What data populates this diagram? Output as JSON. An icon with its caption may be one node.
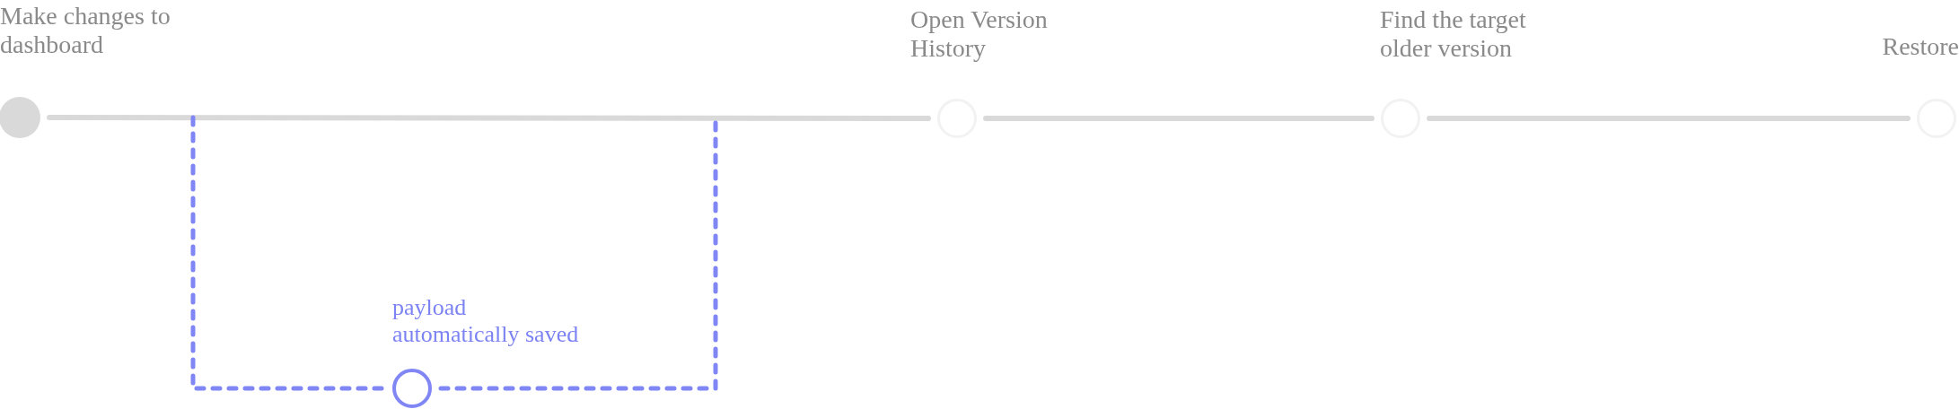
{
  "diagram": {
    "nodes": [
      {
        "text": [
          "Make changes to dashboard"
        ]
      },
      {
        "text": [
          "Open Version History"
        ]
      },
      {
        "text": [
          "Find the target older version"
        ]
      },
      {
        "text": [
          "Restore"
        ]
      },
      {
        "text": [],
        "shape": "circle",
        "beside": [
          "payload automatically saved"
        ]
      }
    ],
    "edges": [
      {
        "from": 0,
        "to": 1,
        "arrow": "none"
      },
      {
        "from": 1,
        "to": 2,
        "arrow": "none"
      },
      {
        "from": 2,
        "to": 3,
        "arrow": "none"
      },
      {
        "from": null,
        "to": 4,
        "arrow": "none",
        "style": "dashed",
        "color": "#8087f5"
      },
      {
        "from": 4,
        "to": null,
        "arrow": "none",
        "style": "dashed",
        "color": "#8087f5"
      }
    ]
  }
}
